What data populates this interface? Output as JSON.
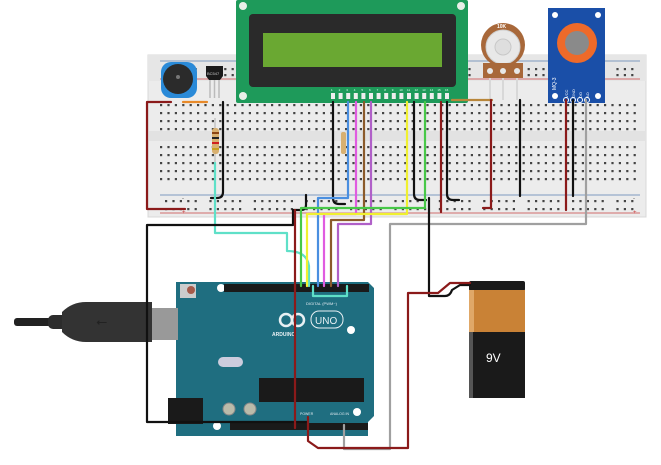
{
  "diagram": {
    "title": "Arduino alcohol detector circuit (breadboard view)",
    "components": {
      "lcd": {
        "name": "16x2 LCD display",
        "pin_labels": [
          "1",
          "2",
          "3",
          "4",
          "5",
          "6",
          "7",
          "8",
          "9",
          "10",
          "11",
          "12",
          "13",
          "14",
          "15",
          "16"
        ]
      },
      "potentiometer": {
        "name": "Potentiometer",
        "value_label": "10K"
      },
      "gas_sensor": {
        "name": "MQ-3 alcohol sensor",
        "model_label": "MQ-3",
        "pin_labels": [
          "VCC",
          "GND",
          "DO",
          "AO"
        ]
      },
      "buzzer": {
        "name": "Piezo buzzer"
      },
      "transistor": {
        "name": "NPN transistor",
        "part_label": "BC547"
      },
      "resistor": {
        "name": "Resistor"
      },
      "arduino": {
        "name": "Arduino UNO",
        "logo_text": "ARDUINO",
        "model_text": "UNO",
        "digital_label": "DIGITAL (PWM~)",
        "analog_label": "ANALOG IN",
        "power_label": "POWER"
      },
      "battery": {
        "name": "9V battery",
        "label": "9V"
      },
      "usb_cable": {
        "name": "USB cable"
      },
      "breadboard": {
        "name": "Breadboard",
        "rail_minus": "-",
        "rail_plus": "+"
      }
    },
    "wire_colors": {
      "red": "#8b1a1a",
      "black": "#111111",
      "cyan": "#5fe0c8",
      "blue": "#4a8fe0",
      "pink": "#e05ce0",
      "brown": "#8b5a2b",
      "purple": "#b060c8",
      "yellow": "#f0f030",
      "green": "#48c848",
      "gray": "#a0a0a0",
      "orange": "#e88a2a"
    },
    "colors": {
      "lcd_pcb": "#1e9a5a",
      "lcd_screen": "#6aa832",
      "arduino_board": "#1f6e80",
      "sensor_board": "#1a4fa8",
      "sensor_ring": "#ee6a2a",
      "battery_top": "#c98236",
      "breadboard": "#efefef"
    }
  }
}
